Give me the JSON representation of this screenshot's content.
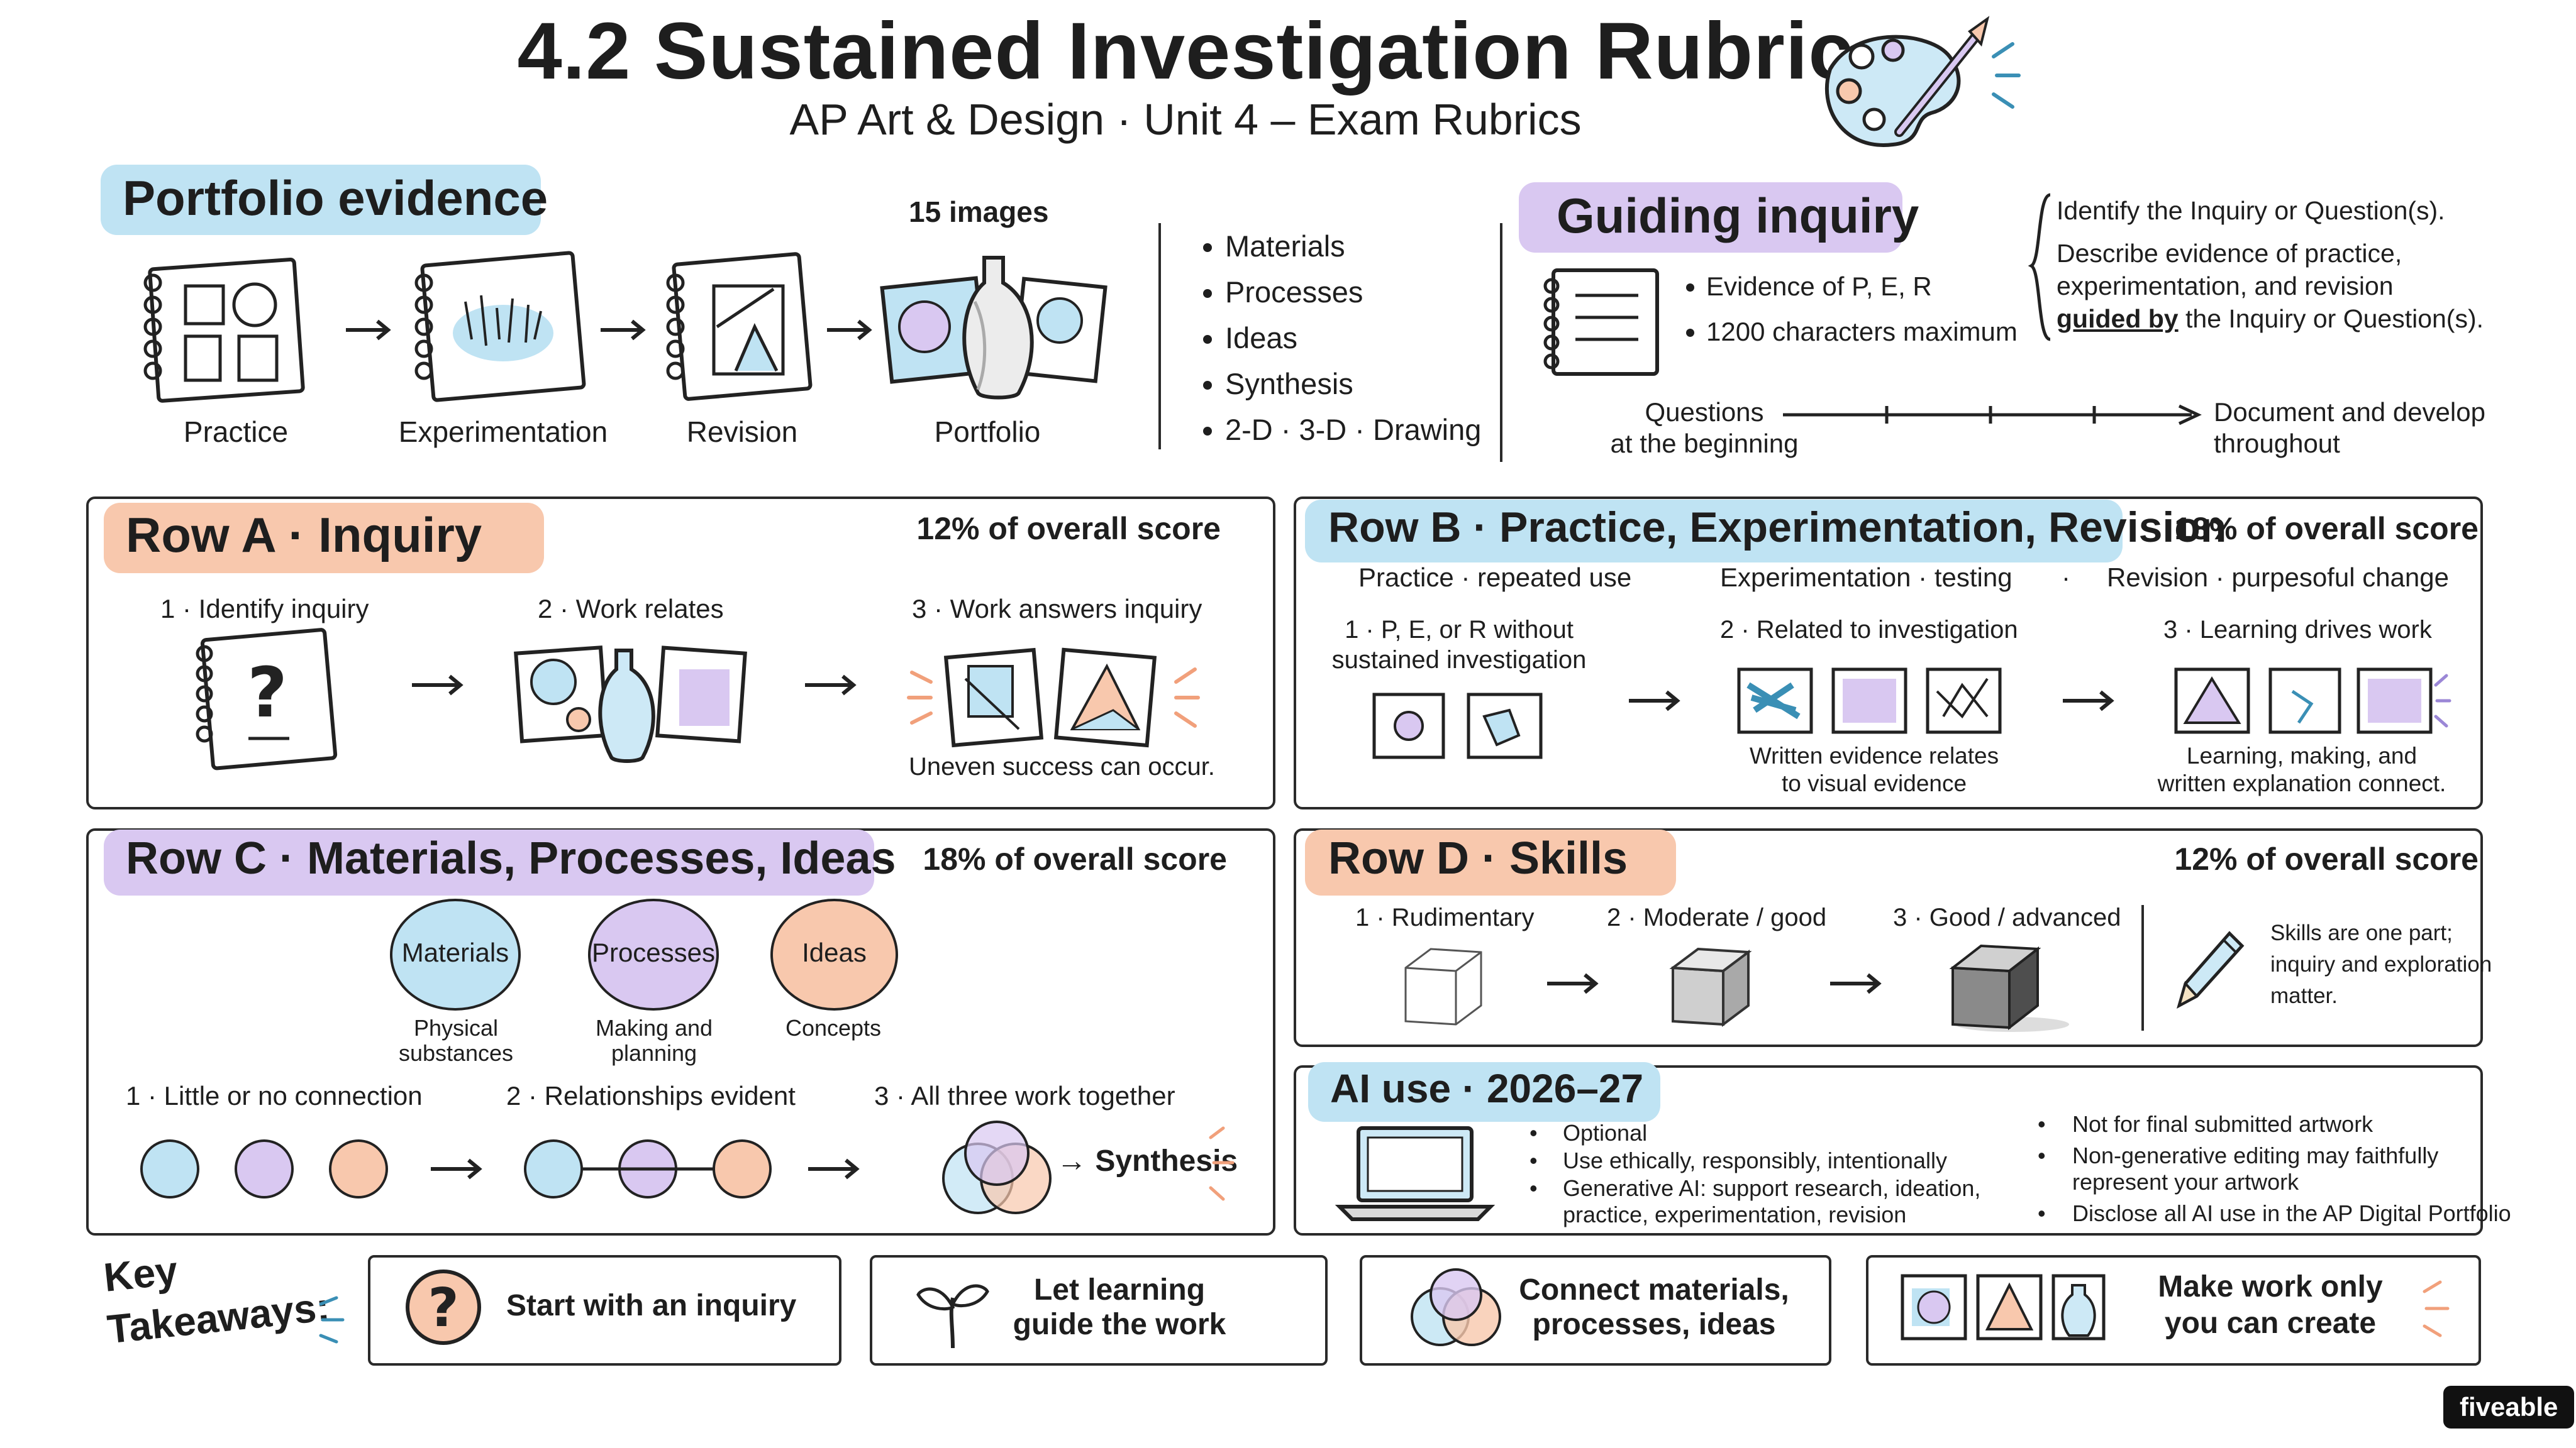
{
  "header": {
    "title": "4.2 Sustained Investigation Rubric",
    "subtitle": "AP Art & Design · Unit 4 – Exam Rubrics"
  },
  "portfolio": {
    "heading": "Portfolio evidence",
    "count": "15 images",
    "stages": [
      "Practice",
      "Experimentation",
      "Revision",
      "Portfolio"
    ],
    "bullets": [
      "Materials",
      "Processes",
      "Ideas",
      "Synthesis",
      "2-D · 3-D · Drawing"
    ]
  },
  "guiding": {
    "heading": "Guiding inquiry",
    "bullets": [
      "Evidence of P, E, R",
      "1200 characters maximum"
    ],
    "notes": {
      "l1": "Identify the Inquiry or Question(s).",
      "l2": "Describe evidence of practice,",
      "l3": "experimentation, and revision",
      "l4_bold": "guided by",
      "l4_rest": "the Inquiry or Question(s)."
    },
    "timeline": {
      "start_l1": "Questions",
      "start_l2": "at the beginning",
      "end_l1": "Document and develop",
      "end_l2": "throughout"
    }
  },
  "rowA": {
    "heading": "Row A · Inquiry",
    "score": "12% of overall score",
    "levels": [
      "1 · Identify inquiry",
      "2 · Work relates",
      "3 · Work answers inquiry"
    ],
    "note": "Uneven success can occur."
  },
  "rowB": {
    "heading": "Row B · Practice, Experimentation, Revision",
    "score": "18% of overall score",
    "defs": {
      "practice": "Practice · repeated use",
      "experimentation": "Experimentation · testing",
      "revision": "Revision · purpesoful change"
    },
    "levels": {
      "l1_a": "1 · P, E, or R without",
      "l1_b": "sustained investigation",
      "l2": "2 · Related to investigation",
      "l3": "3 · Learning drives work"
    },
    "notes": {
      "n2_a": "Written evidence relates",
      "n2_b": "to visual evidence",
      "n3_a": "Learning, making, and",
      "n3_b": "written explanation connect."
    }
  },
  "rowC": {
    "heading": "Row C · Materials, Processes, Ideas",
    "score": "18% of overall score",
    "circles": [
      {
        "label": "Materials",
        "desc1": "Physical",
        "desc2": "substances"
      },
      {
        "label": "Processes",
        "desc1": "Making and",
        "desc2": "planning"
      },
      {
        "label": "Ideas",
        "desc1": "Concepts",
        "desc2": ""
      }
    ],
    "levels": [
      "1 · Little or no connection",
      "2 · Relationships evident",
      "3 · All three work together"
    ],
    "synthesis": "→ Synthesis"
  },
  "rowD": {
    "heading": "Row D · Skills",
    "score": "12% of overall score",
    "levels": [
      "1 · Rudimentary",
      "2 · Moderate / good",
      "3 · Good / advanced"
    ],
    "note": {
      "l1": "Skills are one part;",
      "l2": "inquiry and exploration",
      "l3": "matter."
    }
  },
  "ai": {
    "heading": "AI use · 2026–27",
    "left": [
      {
        "l1": "Optional",
        "l2": ""
      },
      {
        "l1": "Use ethically, responsibly, intentionally",
        "l2": ""
      },
      {
        "l1": "Generative AI: support research, ideation,",
        "l2": "practice, experimentation, revision"
      }
    ],
    "right": [
      {
        "l1": "Not for final submitted artwork",
        "l2": ""
      },
      {
        "l1": "Non-generative editing may faithfully",
        "l2": "represent your artwork"
      },
      {
        "l1": "Disclose all AI use in the AP Digital Portfolio",
        "l2": ""
      }
    ]
  },
  "takeaways": {
    "label_l1": "Key",
    "label_l2": "Takeaways:",
    "items": [
      {
        "l1": "Start with an inquiry",
        "l2": ""
      },
      {
        "l1": "Let learning",
        "l2": "guide the work"
      },
      {
        "l1": "Connect materials,",
        "l2": "processes, ideas"
      },
      {
        "l1": "Make work only",
        "l2": "you can create"
      }
    ]
  },
  "brand": "fiveable",
  "colors": {
    "blue": "#bfe3f3",
    "purple": "#d9c8f1",
    "orange": "#f8c8ad",
    "ink": "#1e1e1e"
  }
}
